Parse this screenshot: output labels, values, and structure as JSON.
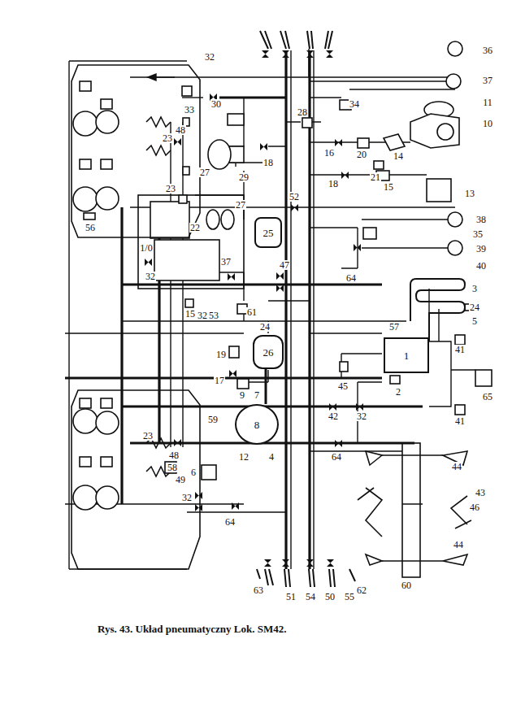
{
  "diagram": {
    "caption": "Rys. 43. Układ pneumatyczny Lok. SM42.",
    "nodes": [
      {
        "text": [
          "25"
        ]
      },
      {
        "text": [
          "26"
        ]
      },
      {
        "text": [
          "1"
        ]
      },
      {
        "text": [
          "8"
        ]
      }
    ],
    "edges": [
      {
        "from": 1,
        "to": 3,
        "arrow": "none"
      }
    ],
    "labels": [
      "32",
      "36",
      "33",
      "30",
      "37",
      "34",
      "11",
      "10",
      "28",
      "48",
      "23",
      "16",
      "20",
      "14",
      "27",
      "29",
      "18",
      "21",
      "15",
      "18",
      "13",
      "23",
      "22",
      "27",
      "52",
      "56",
      "38",
      "35",
      "1/0",
      "37",
      "39",
      "40",
      "64",
      "47",
      "32",
      "3",
      "15",
      "32",
      "53",
      "61",
      "24",
      "5",
      "57",
      "24",
      "41",
      "19",
      "45",
      "2",
      "17",
      "65",
      "9",
      "7",
      "41",
      "59",
      "42",
      "32",
      "23",
      "12",
      "48",
      "4",
      "58",
      "64",
      "44",
      "49",
      "6",
      "43",
      "32",
      "46",
      "64",
      "44",
      "60",
      "63",
      "62",
      "51",
      "54",
      "50",
      "55"
    ]
  }
}
